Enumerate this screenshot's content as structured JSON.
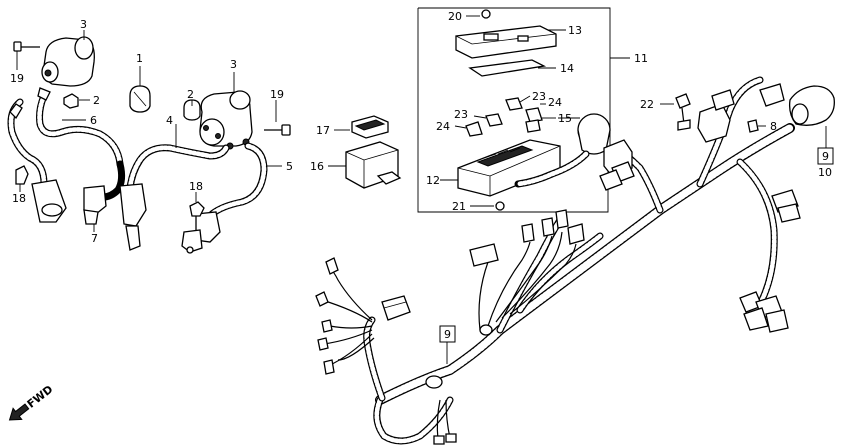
{
  "callouts": [
    {
      "id": "c1",
      "text": "1"
    },
    {
      "id": "c2a",
      "text": "2"
    },
    {
      "id": "c2b",
      "text": "2"
    },
    {
      "id": "c3a",
      "text": "3"
    },
    {
      "id": "c3b",
      "text": "3"
    },
    {
      "id": "c4",
      "text": "4"
    },
    {
      "id": "c5",
      "text": "5"
    },
    {
      "id": "c6",
      "text": "6"
    },
    {
      "id": "c7",
      "text": "7"
    },
    {
      "id": "c8",
      "text": "8"
    },
    {
      "id": "c10",
      "text": "10"
    },
    {
      "id": "c11",
      "text": "11"
    },
    {
      "id": "c12",
      "text": "12"
    },
    {
      "id": "c13",
      "text": "13"
    },
    {
      "id": "c14",
      "text": "14"
    },
    {
      "id": "c15",
      "text": "15"
    },
    {
      "id": "c16",
      "text": "16"
    },
    {
      "id": "c17",
      "text": "17"
    },
    {
      "id": "c18a",
      "text": "18"
    },
    {
      "id": "c18b",
      "text": "18"
    },
    {
      "id": "c19a",
      "text": "19"
    },
    {
      "id": "c19b",
      "text": "19"
    },
    {
      "id": "c20",
      "text": "20"
    },
    {
      "id": "c21",
      "text": "21"
    },
    {
      "id": "c22",
      "text": "22"
    },
    {
      "id": "c23a",
      "text": "23"
    },
    {
      "id": "c23b",
      "text": "23"
    },
    {
      "id": "c24a",
      "text": "24"
    },
    {
      "id": "c24b",
      "text": "24"
    }
  ],
  "boxed_callouts": [
    {
      "id": "b9a",
      "text": "9"
    },
    {
      "id": "b9b",
      "text": "9"
    }
  ],
  "direction_marker": {
    "text": "FWD",
    "icon": "arrow-left-icon"
  }
}
